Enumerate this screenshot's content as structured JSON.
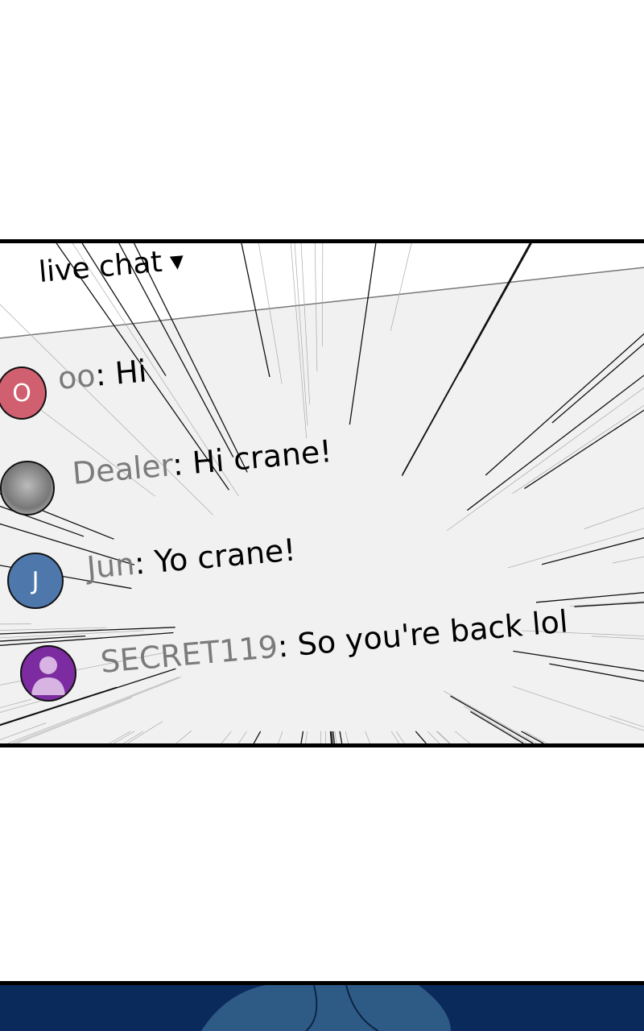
{
  "chat": {
    "header": "live chat",
    "caret_icon": "▼",
    "messages": [
      {
        "initial": "O",
        "user": "oo",
        "text": "Hi",
        "avatar_color": "#d0606f"
      },
      {
        "initial": "",
        "user": "Dealer",
        "text": "Hi crane!",
        "avatar_color": "#9a9a9a"
      },
      {
        "initial": "J",
        "user": "Jun",
        "text": "Yo crane!",
        "avatar_color": "#4e78ac"
      },
      {
        "initial": "",
        "user": "SECRET119",
        "text": "So you're back lol",
        "avatar_color": "#7c2ba0"
      }
    ]
  }
}
